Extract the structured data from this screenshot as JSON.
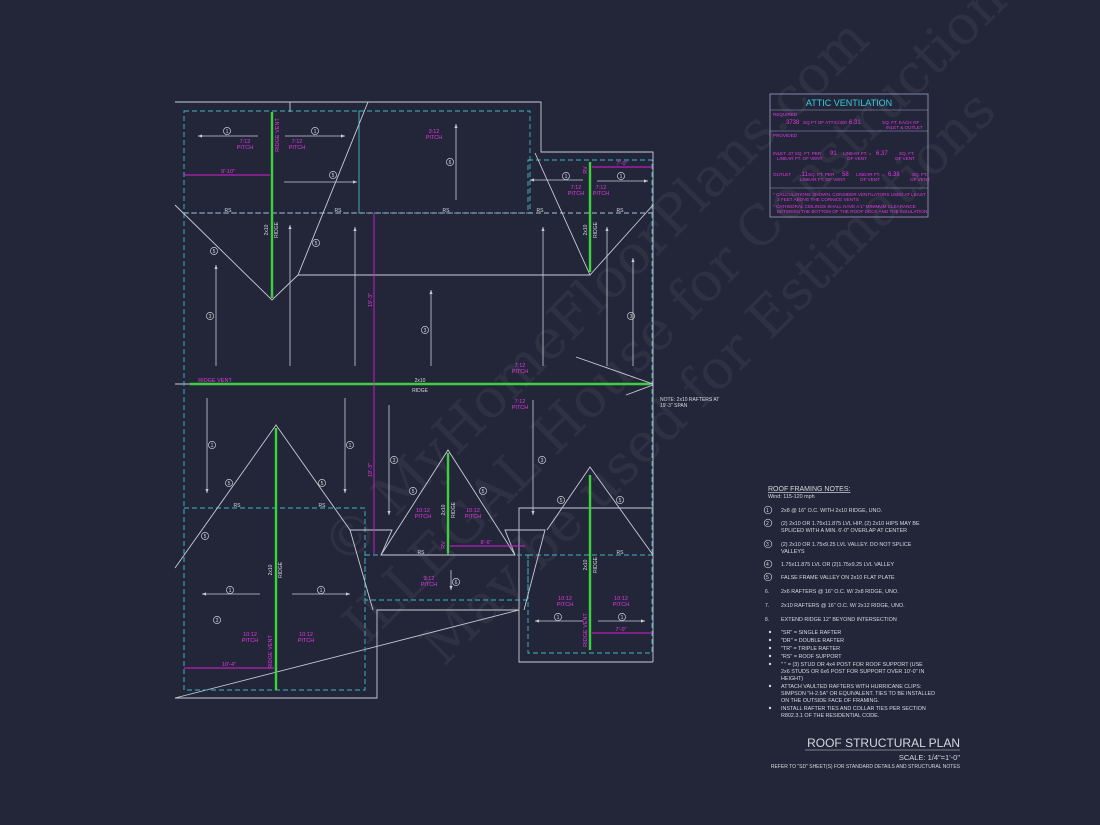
{
  "colors": {
    "background": "#232639",
    "ridge": "#3ed13e",
    "dimension": "#d81fd8",
    "dashed_wall": "#3fb8c4",
    "lines": "#c9ccd6"
  },
  "watermark": [
    "© MyHomeFloorPlans.com",
    "ILLEGAL House for Construction",
    "May be used for Estimations"
  ],
  "plan": {
    "pitch": [
      "7:12\nPITCH",
      "7:12\nPITCH",
      "3:12\nPITCH",
      "7:12\nPITCH",
      "7:12\nPITCH",
      "7:12\nPITCH",
      "7:12\nPITCH",
      "10:12\nPITCH",
      "10:12\nPITCH",
      "3:12\nPITCH",
      "10:12\nPITCH",
      "10:12\nPITCH",
      "10:12\nPITCH",
      "10:12\nPITCH"
    ],
    "ridge_vent": "RIDGE VENT",
    "ridge_size": "2x10",
    "ridge": "RIDGE",
    "rs": "RS",
    "rv": "RV",
    "dims": [
      "9'-10\"",
      "7'-0\"",
      "19'-3\"",
      "19'-3\"",
      "8'-6\"",
      "10'-4\"",
      "7'-0\""
    ],
    "circled": [
      "1",
      "1",
      "6",
      "1",
      "1",
      "5",
      "5",
      "5",
      "3",
      "3",
      "3",
      "3",
      "1",
      "1",
      "3",
      "3",
      "5",
      "5",
      "5",
      "5",
      "5",
      "5",
      "5",
      "6",
      "1",
      "1",
      "1",
      "1"
    ],
    "note": "NOTE: 2x10 RAFTERS AT\n19'-3\" SPAN"
  },
  "attic": {
    "title": "ATTIC VENTILATION",
    "required": "REQUIRED",
    "req_area": "3738",
    "req_text": "SQ FT OF ATTIC/300 =",
    "req_value": "6.31",
    "req_unit": "SQ. FT. EACH OF",
    "req_unit2": "INLET & OUTLET",
    "provided": "PROVIDED",
    "inlet_label": "INLET .07 SQ. FT. PER",
    "inlet_label2": "LINEAR FT. OF VENT",
    "inlet_len": "91",
    "inlet_mid": "LINEAR FT. =",
    "inlet_mid2": "OF VENT",
    "inlet_result": "6.37",
    "inlet_unit": "SQ. FT.",
    "inlet_unit2": "OF VENT",
    "outlet_label": "OUTLET",
    "outlet_rate": ".11",
    "outlet_text": "SQ. FT. PER",
    "outlet_text2": "LINEAR FT. OF VENT",
    "outlet_len": "58",
    "outlet_mid": "LINEAR FT. =",
    "outlet_mid2": "OF VENT",
    "outlet_result": "6.38",
    "outlet_unit": "SQ. FT.",
    "outlet_unit2": "OF VENT",
    "note1": "* CALCULATIONS SHOWN, CONSIDER VENTILATORS USED AT LEAST",
    "note1b": "3 FEET ABOVE THE CORNICE VENTS",
    "note2": "* CATHEDRAL CEILINGS SHALL HAVE A 1\" MINIMUM CLEARANCE",
    "note2b": "BETWEEN THE BOTTOM OF THE ROOF DECK AND THE INSULATION."
  },
  "framing_notes": {
    "title": "ROOF FRAMING NOTES:",
    "wind": "Wind: 115-120 mph",
    "items": [
      {
        "num": "1",
        "text": "2x8 @ 16\" O.C. WITH 2x10 RIDGE, UNO."
      },
      {
        "num": "2",
        "text": "(2) 2x10 OR 1.75x11.875 LVL HIP, (2) 2x10 HIPS MAY BE",
        "text2": "SPLICED WITH A MIN. 6'-0\" OVERLAP AT CENTER"
      },
      {
        "num": "3",
        "text": "(2) 2x10 OR 1.75x9.25 LVL VALLEY. DO NOT SPLICE",
        "text2": "VALLEYS"
      },
      {
        "num": "4",
        "text": "1.75x11.875 LVL OR (2)1.75x9.25 LVL VALLEY"
      },
      {
        "num": "5",
        "text": "FALSE FRAME VALLEY ON 2x10 FLAT PLATE"
      },
      {
        "num": "6.",
        "text": "2x6 RAFTERS @ 16\" O.C. W/ 2x8 RIDGE, UNO."
      },
      {
        "num": "7.",
        "text": "2x10 RAFTERS @ 16\" O.C. W/ 2x12 RIDGE, UNO."
      },
      {
        "num": "8.",
        "text": "EXTEND RIDGE 12\" BEYOND INTERSECTION"
      }
    ],
    "bullets": [
      [
        "\"SR\" = SINGLE RAFTER"
      ],
      [
        "\"DR\" = DOUBLE RAFTER"
      ],
      [
        "\"TR\" = TRIPLE RAFTER"
      ],
      [
        "\"RS\" = ROOF SUPPORT"
      ],
      [
        "\"  \" = (3) STUD OR 4x4 POST FOR ROOF SUPPORT (USE",
        "2x6 STUDS OR 6x6 POST FOR SUPPORT OVER 10'-0\" IN",
        "HEIGHT)"
      ],
      [
        "ATTACH VAULTED RAFTERS WITH HURRICANE CLIPS:",
        "SIMPSON \"H-2.5A\" OR EQUIVALENT. TIES TO BE INSTALLED",
        "ON THE OUTSIDE FACE OF FRAMING."
      ],
      [
        "INSTALL RAFTER TIES AND COLLAR TIES PER SECTION",
        "R802.3.1 OF THE RESIDENTIAL CODE."
      ]
    ]
  },
  "title_block": {
    "title": "ROOF STRUCTURAL PLAN",
    "scale": "SCALE: 1/4\"=1'-0\"",
    "reference": "REFER TO \"SD\" SHEET(S) FOR STANDARD DETAILS AND STRUCTURAL NOTES"
  }
}
